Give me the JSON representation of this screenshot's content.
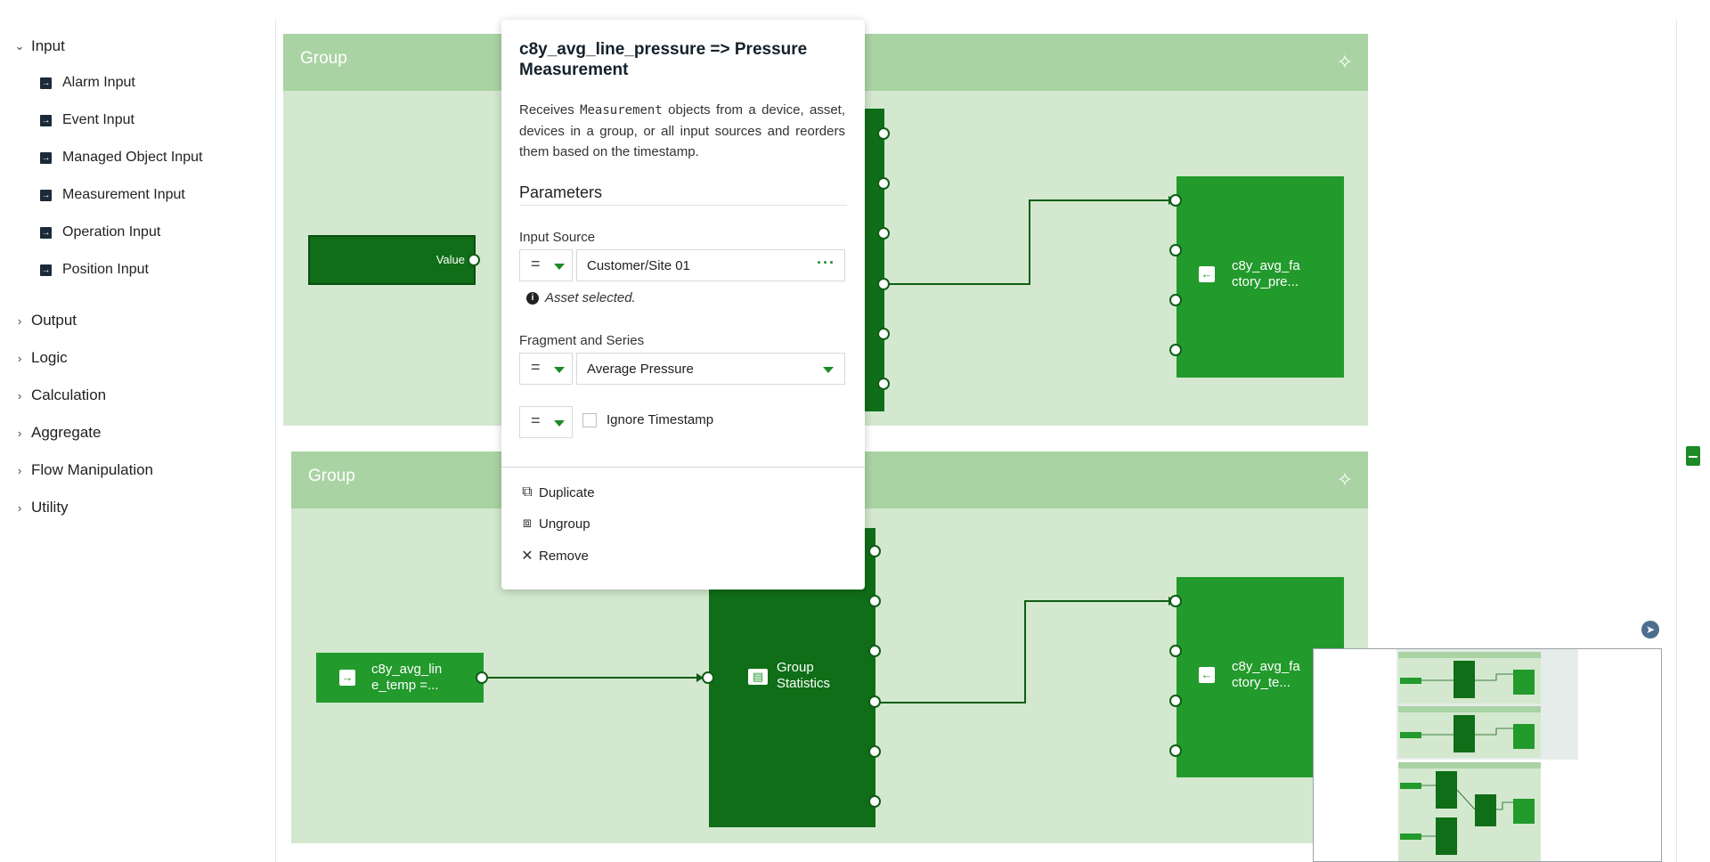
{
  "sidebar": {
    "categories": [
      {
        "label": "Input",
        "expanded": true,
        "items": [
          {
            "label": "Alarm Input"
          },
          {
            "label": "Event Input"
          },
          {
            "label": "Managed Object Input"
          },
          {
            "label": "Measurement Input"
          },
          {
            "label": "Operation Input"
          },
          {
            "label": "Position Input"
          }
        ]
      },
      {
        "label": "Output",
        "expanded": false
      },
      {
        "label": "Logic",
        "expanded": false
      },
      {
        "label": "Calculation",
        "expanded": false
      },
      {
        "label": "Aggregate",
        "expanded": false
      },
      {
        "label": "Flow Manipulation",
        "expanded": false
      },
      {
        "label": "Utility",
        "expanded": false
      }
    ]
  },
  "canvas": {
    "groups": [
      {
        "title": "Group"
      },
      {
        "title": "Group"
      }
    ],
    "nodes": {
      "value_node": {
        "label": "Value"
      },
      "output_top": {
        "label": "c8y_avg_fa ctory_pre..."
      },
      "input_bottom": {
        "label": "c8y_avg_lin e_temp =..."
      },
      "group_stats": {
        "label": "Group Statistics"
      },
      "output_bottom": {
        "label": "c8y_avg_fa ctory_te..."
      }
    }
  },
  "popover": {
    "title": "c8y_avg_line_pressure => Pressure Measurement",
    "description_prefix": "Receives ",
    "description_code": "Measurement",
    "description_suffix": " objects from a device, asset, devices in a group, or all input sources and reorders them based on the timestamp.",
    "parameters_heading": "Parameters",
    "input_source": {
      "label": "Input Source",
      "value": "Customer/Site 01",
      "hint": "Asset selected.",
      "more": "···"
    },
    "fragment_series": {
      "label": "Fragment and Series",
      "value": "Average Pressure"
    },
    "ignore_timestamp": {
      "label": "Ignore Timestamp",
      "checked": false
    },
    "operator_symbol": "=",
    "actions": [
      {
        "label": "Duplicate",
        "icon": "duplicate-icon"
      },
      {
        "label": "Ungroup",
        "icon": "ungroup-icon"
      },
      {
        "label": "Remove",
        "icon": "close-icon"
      }
    ]
  },
  "colors": {
    "group_bg": "#d3e8cf",
    "group_header": "#a9d3a3",
    "node_light": "#229a2c",
    "node_dark": "#0f6e17",
    "accent": "#1d8a25"
  }
}
